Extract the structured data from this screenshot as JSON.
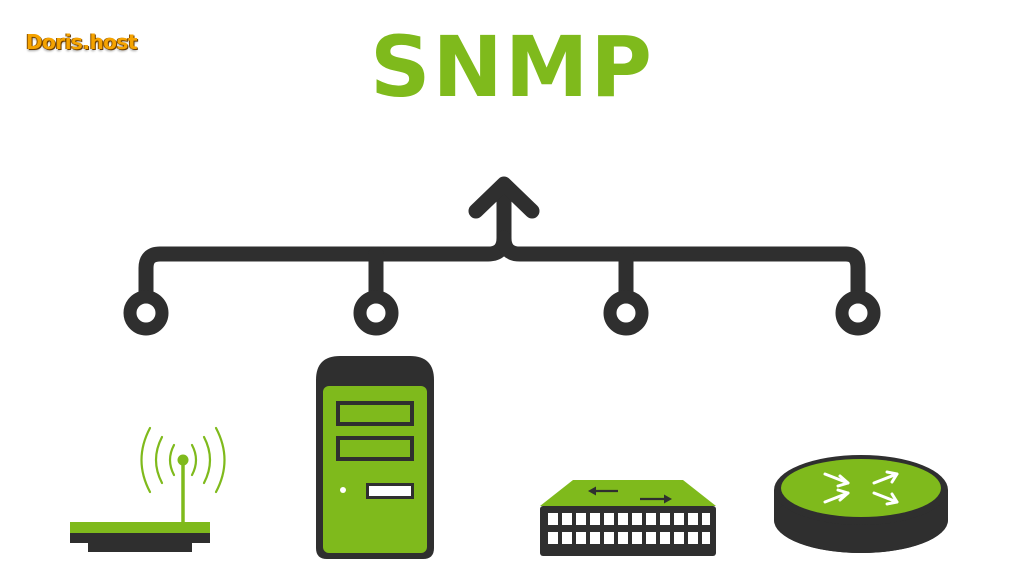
{
  "watermark": {
    "text": "Doris.host"
  },
  "title": "SNMP",
  "colors": {
    "accent": "#7fba1c",
    "dark": "#2f2f2f",
    "background": "#ffffff"
  },
  "devices": [
    {
      "name": "wireless-access-point",
      "icon": "wifi-router-icon"
    },
    {
      "name": "server",
      "icon": "server-tower-icon"
    },
    {
      "name": "network-switch",
      "icon": "switch-icon"
    },
    {
      "name": "router",
      "icon": "router-icon"
    }
  ]
}
